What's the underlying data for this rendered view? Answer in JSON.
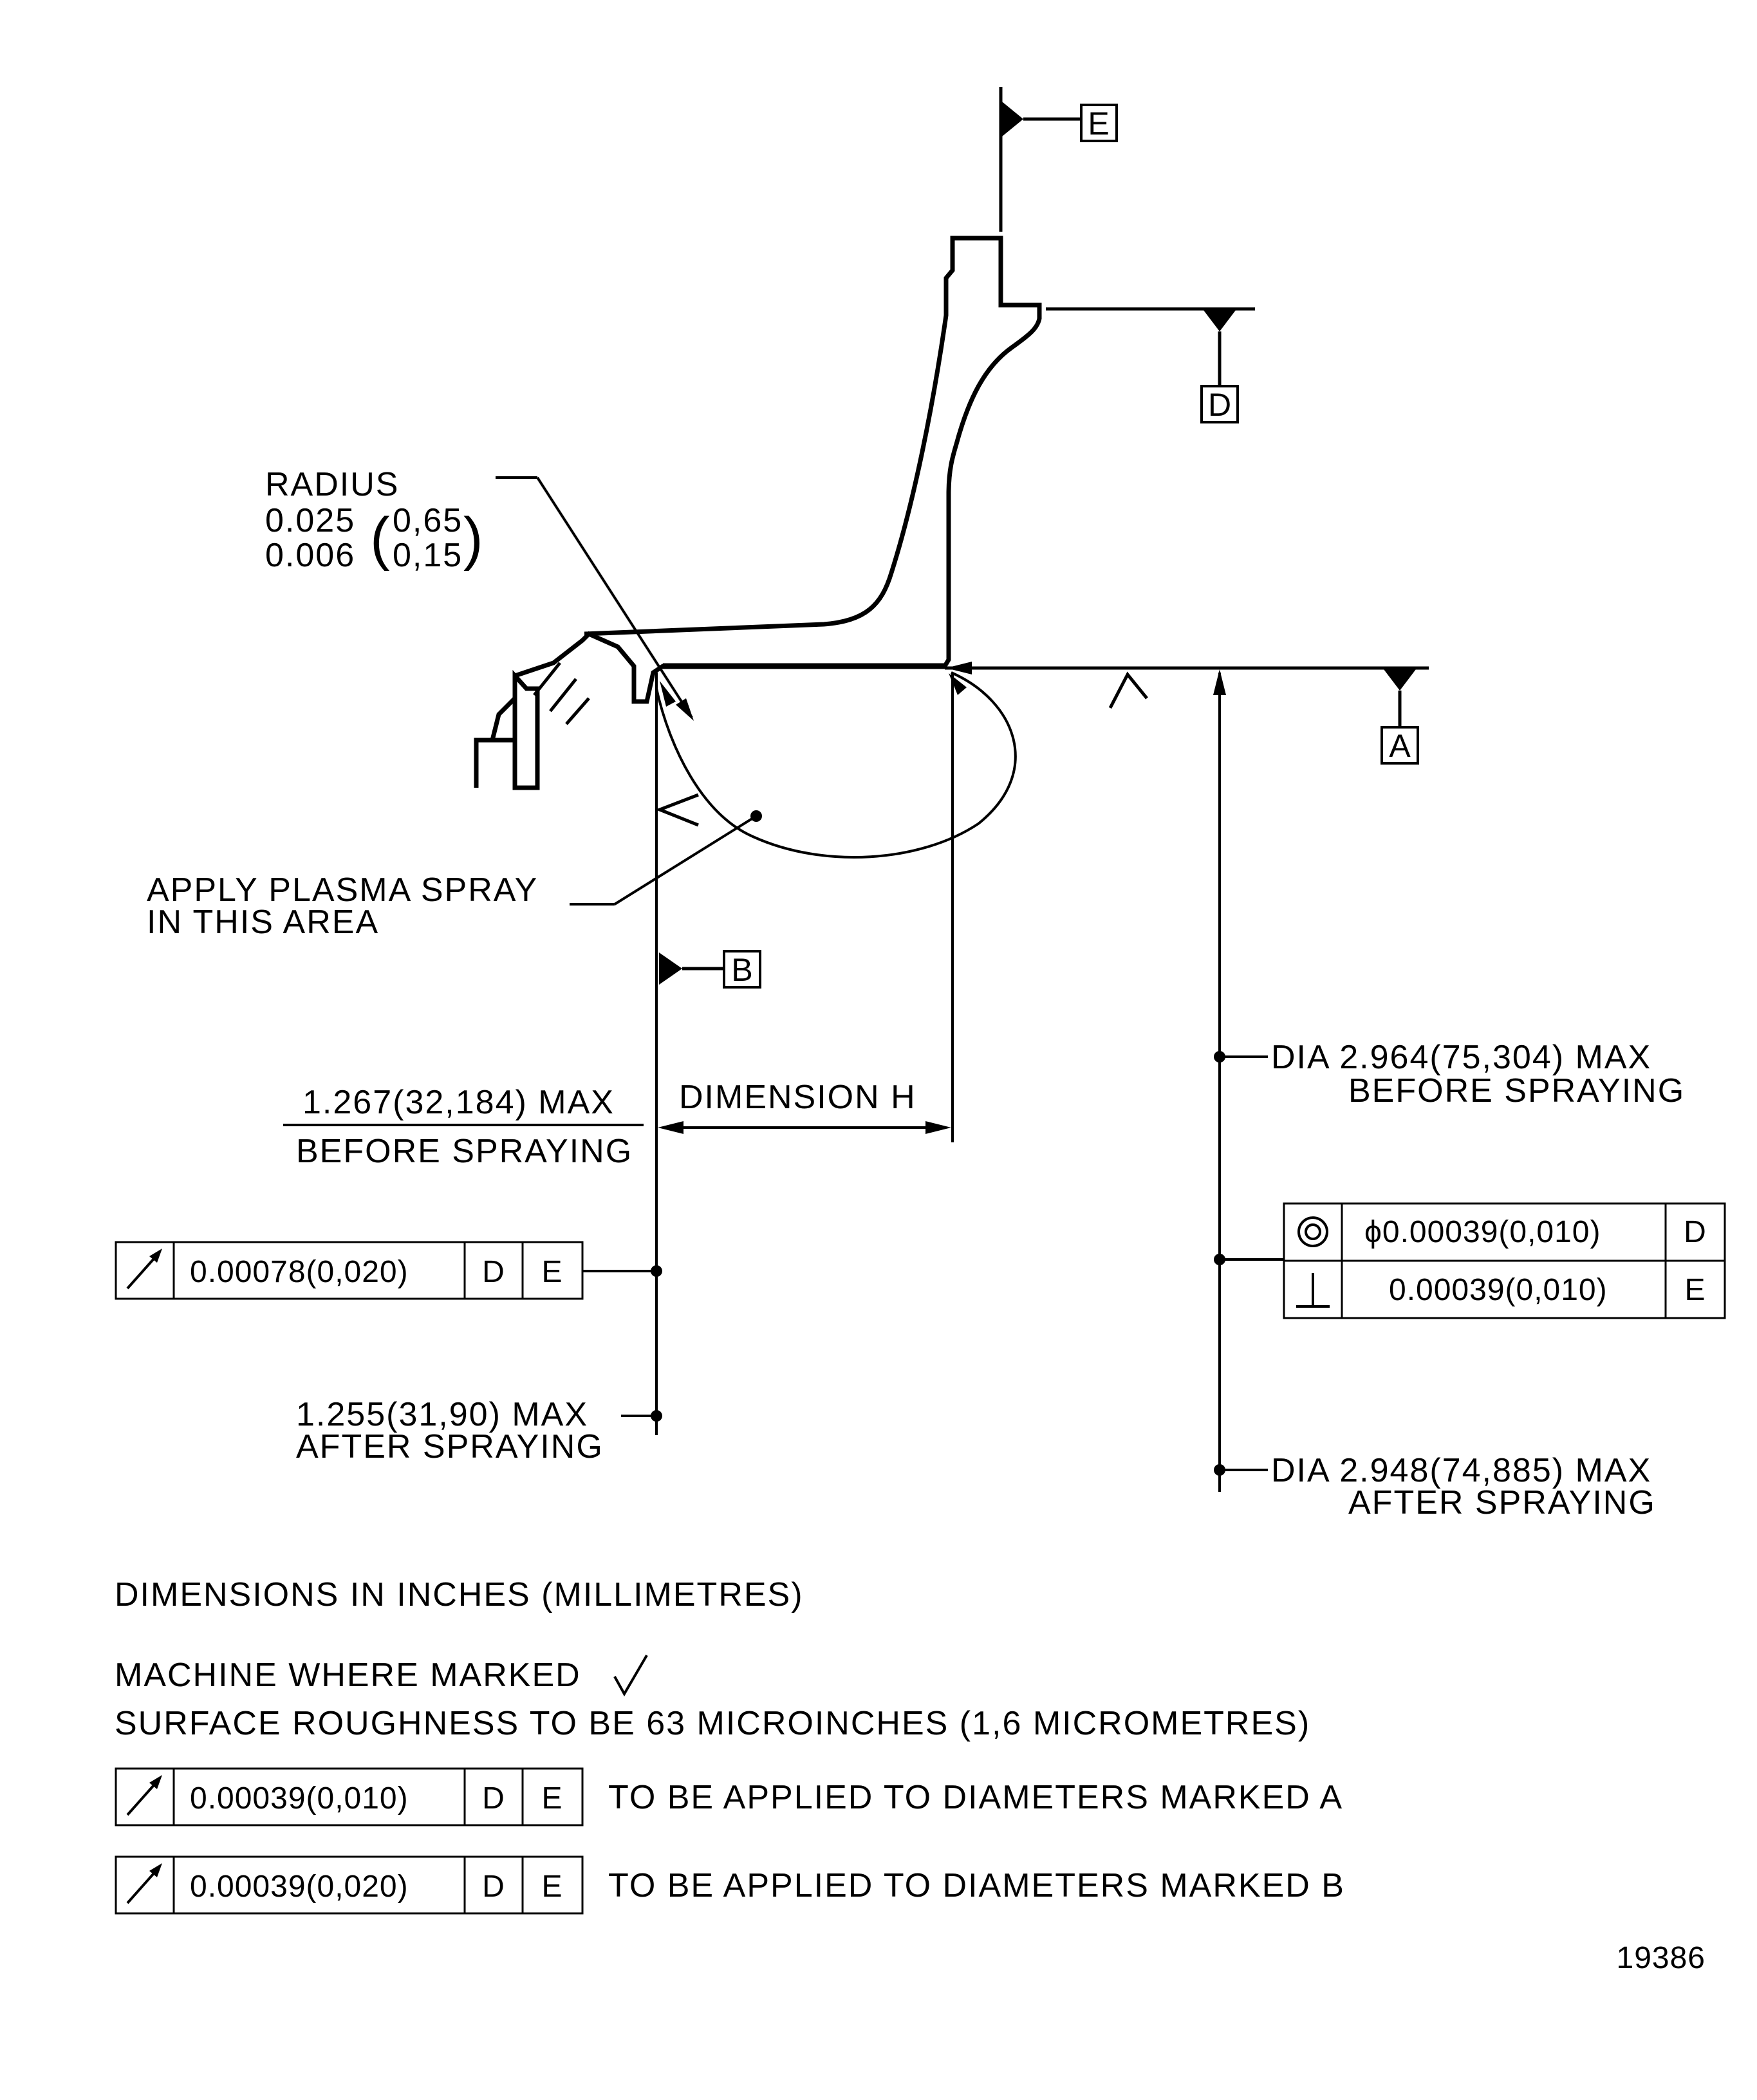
{
  "datums": {
    "a": "A",
    "b": "B",
    "d": "D",
    "e": "E"
  },
  "radius": {
    "title": "RADIUS",
    "upper_in": "0.025",
    "upper_mm": "0,65",
    "lower_in": "0.006",
    "lower_mm": "0,15"
  },
  "plasma_note": {
    "line1": "APPLY PLASMA SPRAY",
    "line2": "IN THIS AREA"
  },
  "dim_h": {
    "label": "DIMENSION H",
    "before_value": "1.267(32,184) MAX",
    "before_note": "BEFORE SPRAYING",
    "after_value": "1.255(31,90) MAX",
    "after_note": "AFTER SPRAYING"
  },
  "dia": {
    "before_value": "DIA 2.964(75,304) MAX",
    "before_note": "BEFORE SPRAYING",
    "after_value": "DIA 2.948(74,885) MAX",
    "after_note": "AFTER SPRAYING"
  },
  "fcf_left": {
    "symbol": "runout-arrow-icon",
    "value": "0.00078(0,020)",
    "ref1": "D",
    "ref2": "E"
  },
  "fcf_right": {
    "row1": {
      "symbol": "concentricity-icon",
      "value": "ϕ0.00039(0,010)",
      "ref": "D"
    },
    "row2": {
      "symbol": "perpendicularity-icon",
      "value": "0.00039(0,010)",
      "ref": "E"
    }
  },
  "notes": {
    "units": "DIMENSIONS IN INCHES (MILLIMETRES)",
    "machine": "MACHINE WHERE MARKED",
    "roughness": "SURFACE ROUGHNESS TO BE 63 MICROINCHES (1,6 MICROMETRES)"
  },
  "tolerance_rows": [
    {
      "symbol": "runout-arrow-icon",
      "value": "0.00039(0,010)",
      "ref1": "D",
      "ref2": "E",
      "text": "TO BE APPLIED TO DIAMETERS MARKED A"
    },
    {
      "symbol": "runout-arrow-icon",
      "value": "0.00039(0,020)",
      "ref1": "D",
      "ref2": "E",
      "text": "TO BE APPLIED TO DIAMETERS MARKED B"
    }
  ],
  "figure_number": "19386"
}
